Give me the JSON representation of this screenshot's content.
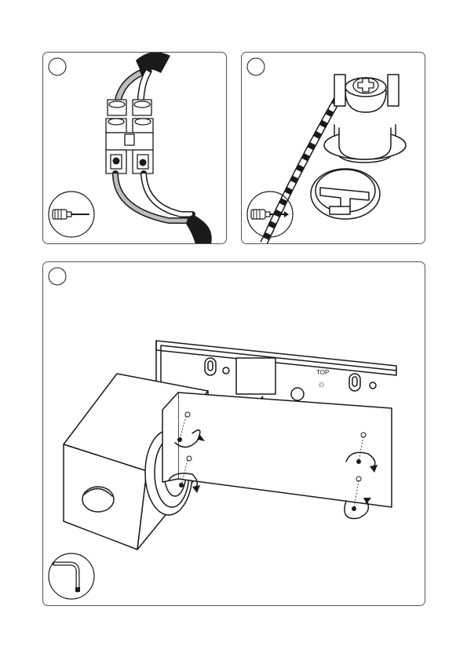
{
  "panels": [
    {
      "id": "step-1",
      "step_number": "",
      "tool_icon": "phillips-screwdriver-icon",
      "depicts": "wire-terminal-block"
    },
    {
      "id": "step-2",
      "step_number": "",
      "tool_icon": "phillips-screwdriver-icon",
      "depicts": "cable-gland"
    },
    {
      "id": "step-3",
      "step_number": "",
      "tool_icon": "allen-key-icon",
      "depicts": "mounting-plate-and-housing"
    }
  ],
  "mounting_plate": {
    "top_marking": "TOP"
  },
  "colors": {
    "line": "#1a1a1a",
    "panel_border": "#555555",
    "background": "#ffffff"
  }
}
